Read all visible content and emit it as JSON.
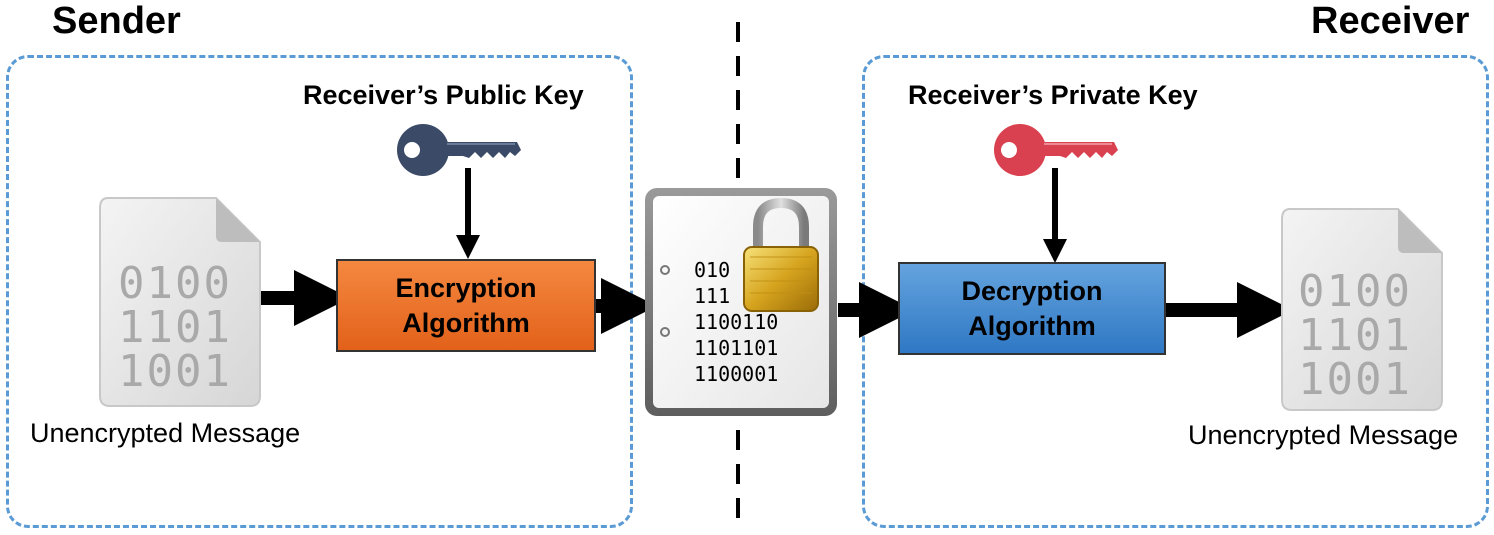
{
  "sender": {
    "heading": "Sender",
    "key_label": "Receiver’s Public Key",
    "key_icon": "key-icon",
    "key_color": "#3b4a66",
    "algorithm_line1": "Encryption",
    "algorithm_line2": "Algorithm",
    "algorithm_color": "#ed7124",
    "document_lines": [
      "0100",
      "1101",
      "1001"
    ],
    "caption": "Unencrypted Message"
  },
  "ciphertext": {
    "lock_icon": "padlock-icon",
    "lines": [
      "010",
      "111",
      "1100110",
      "1101101",
      "1100001"
    ]
  },
  "receiver": {
    "heading": "Receiver",
    "key_label": "Receiver’s Private Key",
    "key_icon": "key-icon",
    "key_color": "#d94150",
    "algorithm_line1": "Decryption",
    "algorithm_line2": "Algorithm",
    "algorithm_color": "#3f88d1",
    "document_lines": [
      "0100",
      "1101",
      "1001"
    ],
    "caption": "Unencrypted Message"
  },
  "colors": {
    "region_border": "#5b9bd5",
    "arrow": "#000000"
  }
}
